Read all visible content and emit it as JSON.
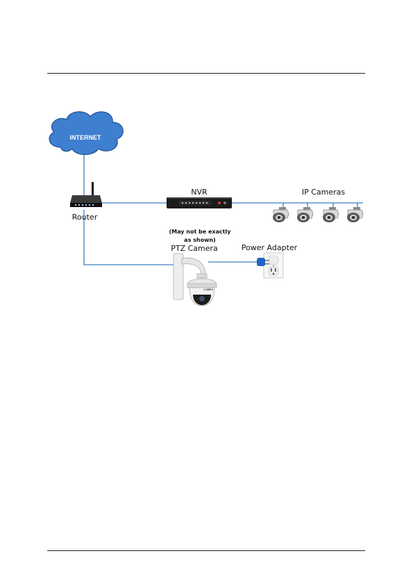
{
  "diagram": {
    "internet_label": "INTERNET",
    "router_label": "Router",
    "nvr_label": "NVR",
    "ip_cameras_label": "IP Cameras",
    "note_line1": "(May not be exactly",
    "note_line2": "as shown)",
    "ptz_label": "PTZ Camera",
    "power_label": "Power Adapter",
    "brand_mark": "LOREX"
  },
  "colors": {
    "connection_line": "#3a7fc1",
    "cloud_fill": "#3f7fd0",
    "cloud_stroke": "#2a5a9e",
    "device_dark": "#1b1b1b"
  },
  "icons": [
    "cloud-icon",
    "router-icon",
    "nvr-icon",
    "bullet-camera-icon",
    "ptz-camera-icon",
    "power-outlet-icon",
    "power-plug-icon"
  ]
}
